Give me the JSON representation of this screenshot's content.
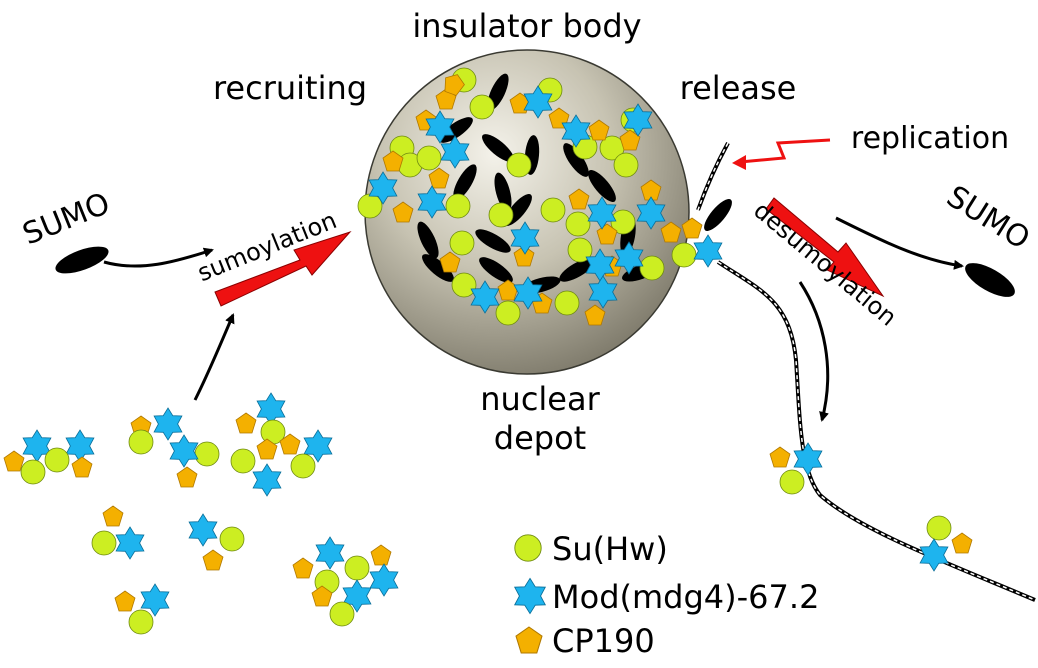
{
  "labels": {
    "insulator_body": "insulator body",
    "recruiting": "recruiting",
    "release": "release",
    "replication": "replication",
    "sumo_left": "SUMO",
    "sumo_right": "SUMO",
    "sumoylation": "sumoylation",
    "desumoylation": "desumoylation",
    "nuclear_depot": "nuclear depot",
    "nuclear": "nuclear",
    "depot": "depot"
  },
  "legend": {
    "items": [
      {
        "label": "Su(Hw)",
        "icon": "green-circle-icon"
      },
      {
        "label": "Mod(mdg4)-67.2",
        "icon": "blue-star-icon"
      },
      {
        "label": "CP190",
        "icon": "orange-pentagon-icon"
      }
    ]
  },
  "colors": {
    "su_hw": "#ccee22",
    "mod_mdg4": "#1eb4ee",
    "cp190": "#f4b000",
    "arrow_red": "#ee1111",
    "sumo": "#000000",
    "sphere_light": "#f2f0e8",
    "sphere_dark": "#807c6a"
  }
}
